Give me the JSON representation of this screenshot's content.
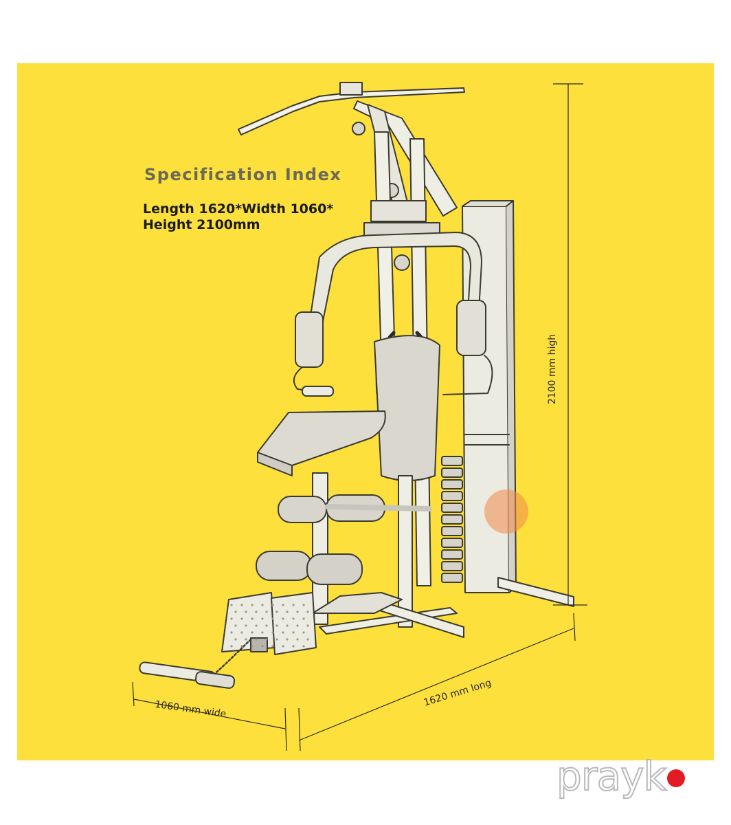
{
  "specification": {
    "title": "Specification Index",
    "dimensions_line1": "Length 1620*Width 1060*",
    "dimensions_line2": "Height 2100mm"
  },
  "dimension_labels": {
    "height": "2100 mm high",
    "length": "1620 mm long",
    "width": "1060 mm wide"
  },
  "brand": {
    "name": "prayk"
  },
  "colors": {
    "background": "#fde03c",
    "sketch_line": "#3a3a30",
    "logo_dot": "#e31b23",
    "watermark_dot": "#f08a4b"
  },
  "icons": {
    "illustration": "home-gym-sketch",
    "logo_mark": "red-dot"
  }
}
